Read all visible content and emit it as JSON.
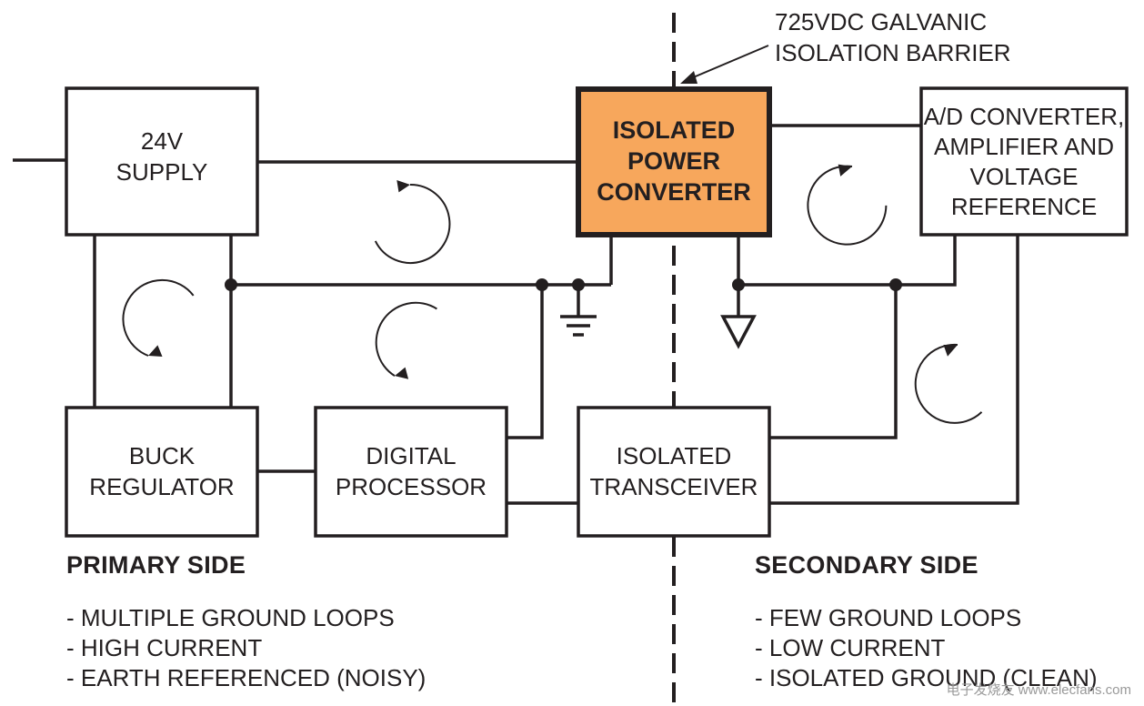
{
  "barrier_label": [
    "725VDC GALVANIC",
    "ISOLATION BARRIER"
  ],
  "blocks": {
    "supply": [
      "24V",
      "SUPPLY"
    ],
    "isolated_power_converter": [
      "ISOLATED",
      "POWER",
      "CONVERTER"
    ],
    "adc": [
      "A/D CONVERTER,",
      "AMPLIFIER AND",
      "VOLTAGE",
      "REFERENCE"
    ],
    "buck_regulator": [
      "BUCK",
      "REGULATOR"
    ],
    "digital_processor": [
      "DIGITAL",
      "PROCESSOR"
    ],
    "isolated_transceiver": [
      "ISOLATED",
      "TRANSCEIVER"
    ]
  },
  "primary_side": {
    "title": "PRIMARY SIDE",
    "items": [
      "- MULTIPLE GROUND LOOPS",
      "- HIGH CURRENT",
      "- EARTH REFERENCED (NOISY)"
    ]
  },
  "secondary_side": {
    "title": "SECONDARY SIDE",
    "items": [
      "- FEW GROUND LOOPS",
      "- LOW CURRENT",
      "- ISOLATED GROUND (CLEAN)"
    ]
  },
  "watermark": "电子发烧友 www.elecfans.com",
  "colors": {
    "highlight": "#f7a75c",
    "ink": "#231f20"
  }
}
